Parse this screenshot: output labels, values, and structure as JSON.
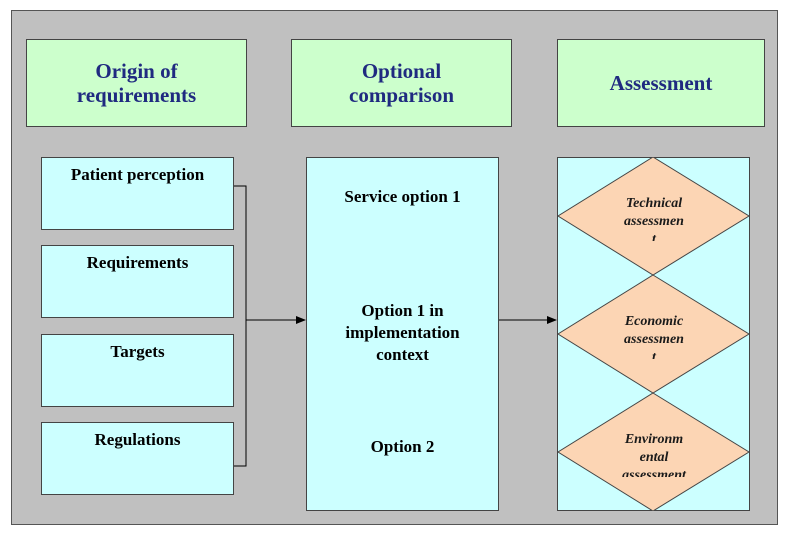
{
  "headers": {
    "origin": "Origin of\nrequirements",
    "comparison": "Optional\ncomparison",
    "assessment": "Assessment"
  },
  "requirements": [
    "Patient perception",
    "Requirements",
    "Targets",
    "Regulations"
  ],
  "options": {
    "service_option_1": "Service option 1",
    "option_1_context": "Option 1 in\nimplementation\ncontext",
    "option_2": "Option 2"
  },
  "assessments": [
    "Technical\nassessmen\nt",
    "Economic\nassessmen\nt",
    "Environm\nental\nassessment"
  ],
  "colors": {
    "background": "#c0c0c0",
    "header_fill": "#ccffcc",
    "header_text": "#1f2a80",
    "box_fill": "#ccffff",
    "diamond_fill": "#fcd5b4"
  }
}
